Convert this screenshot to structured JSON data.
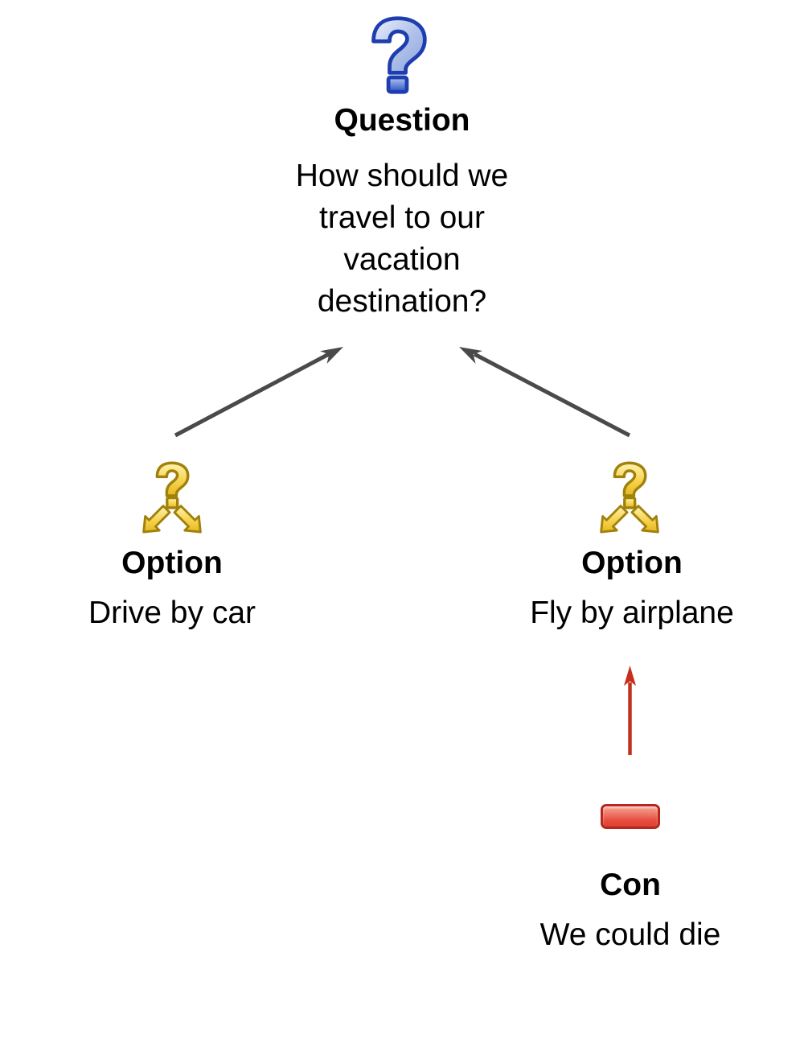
{
  "diagram": {
    "title": "decision-map",
    "nodes": {
      "question": {
        "kind": "Question",
        "text": "How should we\ntravel to our\nvacation\ndestination?"
      },
      "option_car": {
        "kind": "Option",
        "text": "Drive by car"
      },
      "option_airplane": {
        "kind": "Option",
        "text": "Fly by airplane"
      },
      "con": {
        "kind": "Con",
        "text": "We could die"
      }
    },
    "edges": [
      {
        "from": "option_car",
        "to": "question",
        "style": "gray-arrow"
      },
      {
        "from": "option_airplane",
        "to": "question",
        "style": "gray-arrow"
      },
      {
        "from": "con",
        "to": "option_airplane",
        "style": "red-arrow"
      }
    ],
    "icons": {
      "question": "blue-question-mark-icon",
      "option": "gold-question-mark-branch-arrows-icon",
      "con": "red-bar-icon"
    },
    "colors": {
      "background": "#ffffff",
      "text": "#000000",
      "edge_gray": "#4a4a4a",
      "edge_red": "#c5301c",
      "question_icon_outline": "#1e3daf",
      "option_icon_outline": "#a0810c",
      "con_icon_fill": "#de4133"
    }
  }
}
